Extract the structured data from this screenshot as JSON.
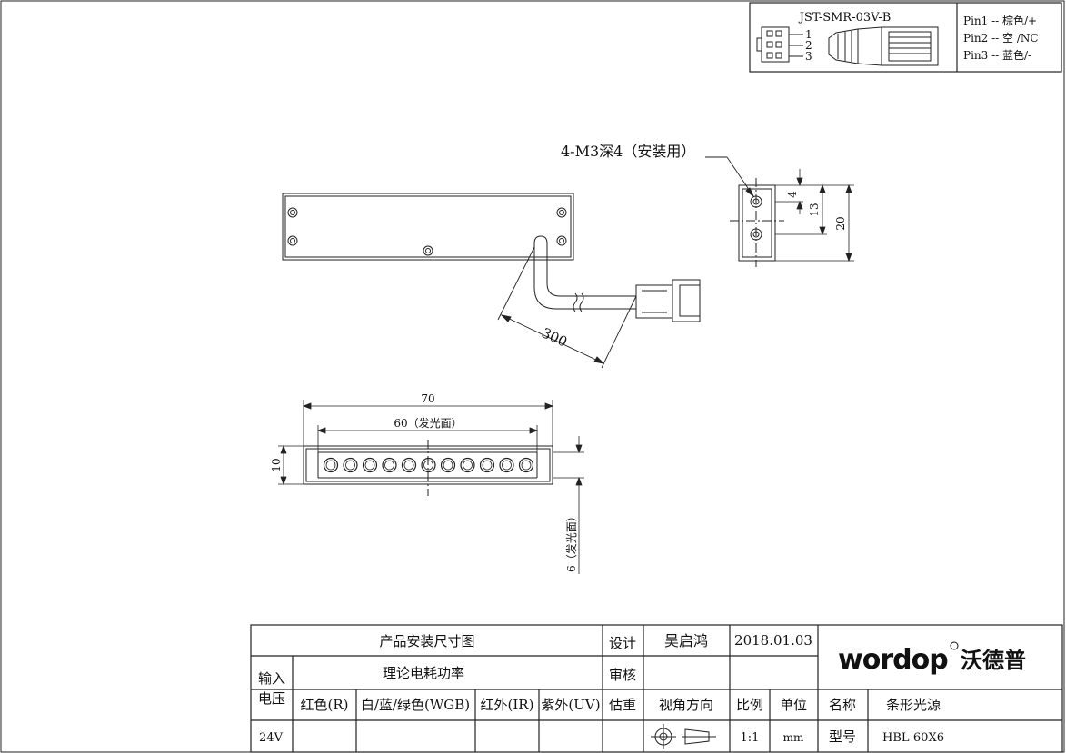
{
  "connector": {
    "model": "JST-SMR-03V-B",
    "pin_numbers": [
      "1",
      "2",
      "3"
    ],
    "pins": [
      "Pin1 -- 棕色/+",
      "Pin2 -- 空 /NC",
      "Pin3 -- 蓝色/-"
    ]
  },
  "annotations": {
    "mount_holes": "4-M3深4（安装用）",
    "cable_length": "300",
    "side_dims": [
      "4",
      "13",
      "20"
    ],
    "front_width": "70",
    "front_emitting_width": "60（发光面）",
    "front_height": "10",
    "front_emitting_height": "6（发光面）"
  },
  "title_block": {
    "drawing_title": "产品安装尺寸图",
    "design_label": "设计",
    "designer": "吴启鸿",
    "date": "2018.01.03",
    "review_label": "审核",
    "input_voltage_label_1": "输入",
    "input_voltage_label_2": "电压",
    "power_label": "理论电耗功率",
    "red": "红色(R)",
    "white_blue_green": "白/蓝/绿色(WGB)",
    "infrared": "红外(IR)",
    "uv": "紫外(UV)",
    "weight": "估重",
    "view_direction": "视角方向",
    "scale_label": "比例",
    "unit_label": "单位",
    "name_label": "名称",
    "name_value": "条形光源",
    "voltage": "24V",
    "scale": "1:1",
    "unit": "mm",
    "model_label": "型号",
    "model_value": "HBL-60X6",
    "logo_latin": "wordop",
    "logo_cn": "沃德普"
  }
}
